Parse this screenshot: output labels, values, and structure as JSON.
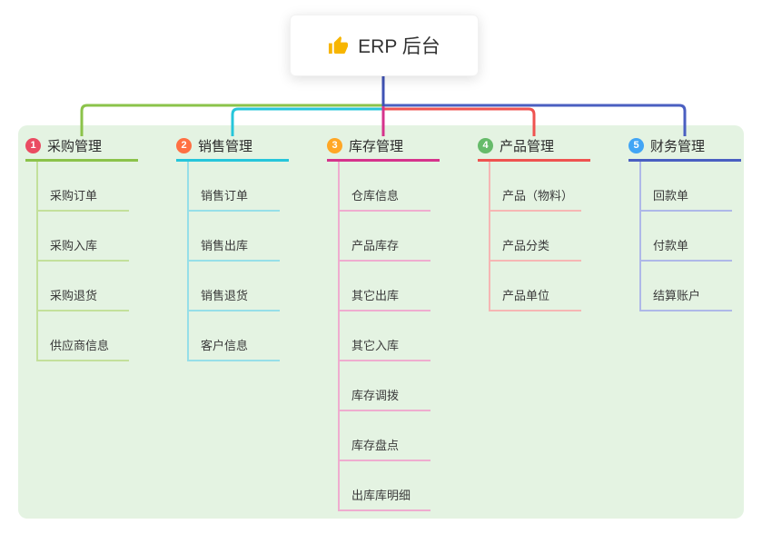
{
  "root": {
    "label": "ERP 后台",
    "icon": "thumbs-up-icon",
    "icon_color": "#f7b500"
  },
  "connector": {
    "stem_color": "#4053b5"
  },
  "panel_color": "#e4f3e2",
  "branches": [
    {
      "badge": "1",
      "label": "采购管理",
      "color": "#8bc34a",
      "child_color": "#c3e09b",
      "badge_color": "#ea4c62",
      "children": [
        "采购订单",
        "采购入库",
        "采购退货",
        "供应商信息"
      ]
    },
    {
      "badge": "2",
      "label": "销售管理",
      "color": "#26c6da",
      "child_color": "#96dfe8",
      "badge_color": "#ff7043",
      "children": [
        "销售订单",
        "销售出库",
        "销售退货",
        "客户信息"
      ]
    },
    {
      "badge": "3",
      "label": "库存管理",
      "color": "#d6338c",
      "child_color": "#efaccf",
      "badge_color": "#ffa726",
      "children": [
        "仓库信息",
        "产品库存",
        "其它出库",
        "其它入库",
        "库存调拨",
        "库存盘点",
        "出库库明细"
      ]
    },
    {
      "badge": "4",
      "label": "产品管理",
      "color": "#ef5350",
      "child_color": "#f6b6b4",
      "badge_color": "#66bb6a",
      "children": [
        "产品（物料）",
        "产品分类",
        "产品单位"
      ]
    },
    {
      "badge": "5",
      "label": "财务管理",
      "color": "#4a5fc1",
      "child_color": "#aeb8e8",
      "badge_color": "#42a5f5",
      "children": [
        "回款单",
        "付款单",
        "结算账户"
      ]
    }
  ]
}
